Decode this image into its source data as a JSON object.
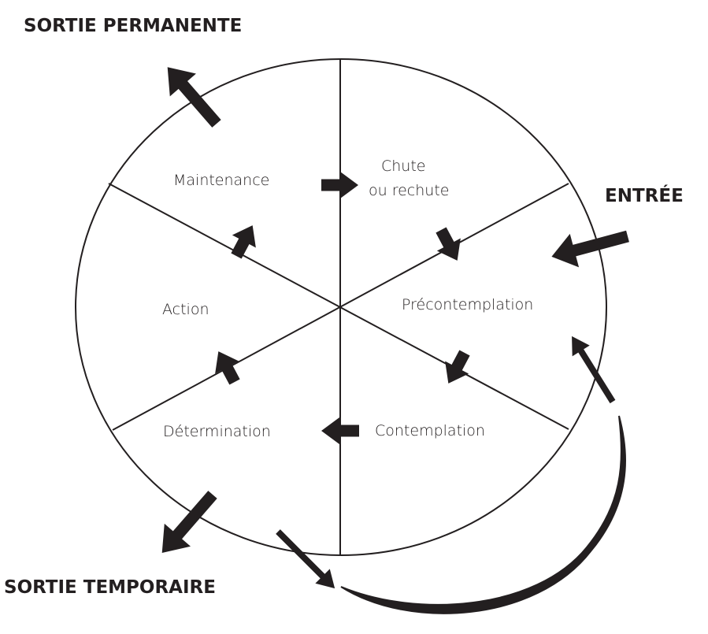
{
  "title_exits": {
    "permanent": "SORTIE PERMANENTE",
    "entry": "ENTRÉE",
    "temporary": "SORTIE TEMPORAIRE"
  },
  "stages": {
    "relapse_line1": "Chute",
    "relapse_line2": "ou rechute",
    "precontemplation": "Précontemplation",
    "contemplation": "Contemplation",
    "determination": "Détermination",
    "action": "Action",
    "maintenance": "Maintenance"
  },
  "colors": {
    "ink": "#231f20",
    "background": "#ffffff"
  }
}
